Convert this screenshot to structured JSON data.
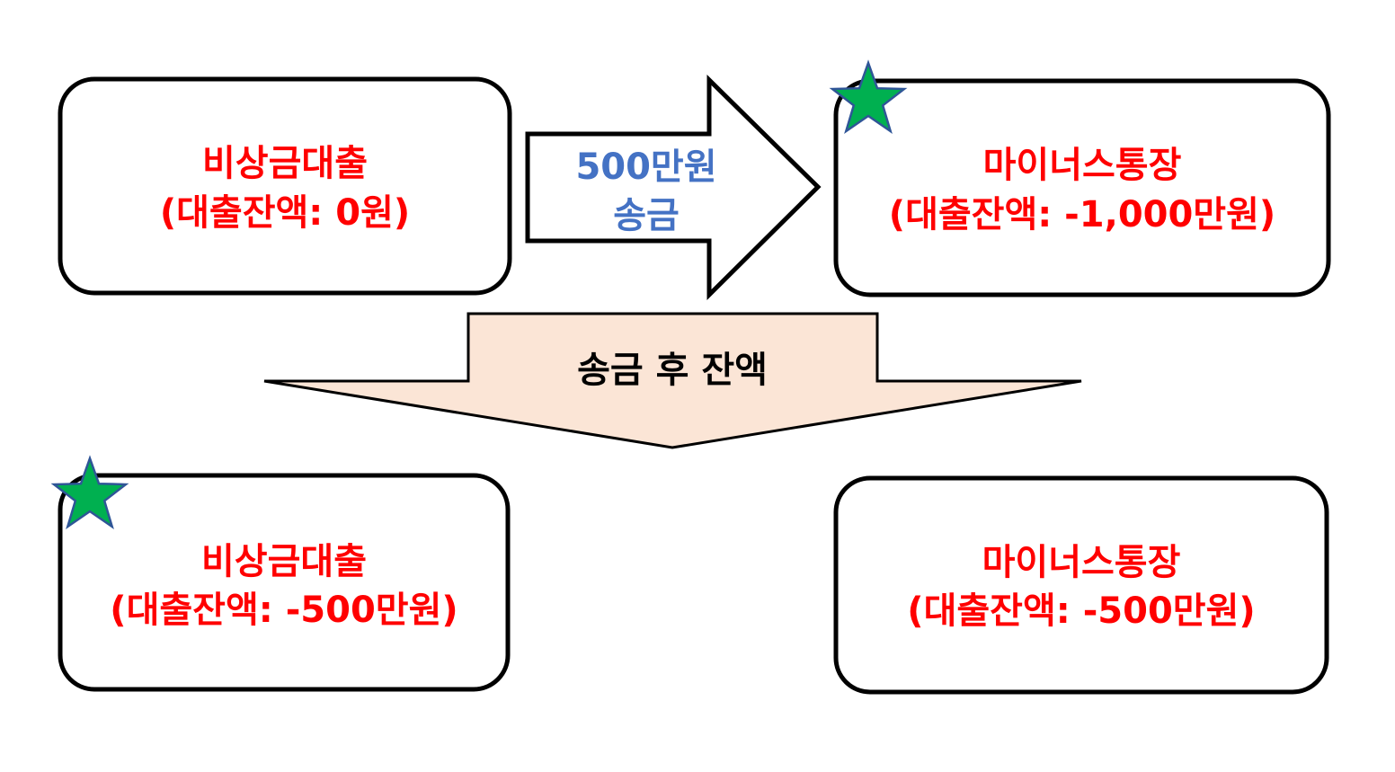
{
  "before": {
    "left_box": {
      "title": "비상금대출",
      "subtitle": "(대출잔액: 0원)"
    },
    "right_box": {
      "title": "마이너스통장",
      "subtitle": "(대출잔액: -1,000만원)",
      "starred": true
    },
    "transfer_arrow": {
      "line1": "500만원",
      "line2": "송금"
    }
  },
  "result_arrow": {
    "label": "송금 후 잔액"
  },
  "after": {
    "left_box": {
      "title": "비상금대출",
      "subtitle": "(대출잔액: -500만원)",
      "starred": true
    },
    "right_box": {
      "title": "마이너스통장",
      "subtitle": "(대출잔액: -500만원)"
    }
  },
  "colors": {
    "box_text": "#ff0000",
    "transfer_text": "#4472c4",
    "result_arrow_fill": "#fbe5d6",
    "star_fill": "#00b050",
    "star_stroke": "#2f5597"
  }
}
